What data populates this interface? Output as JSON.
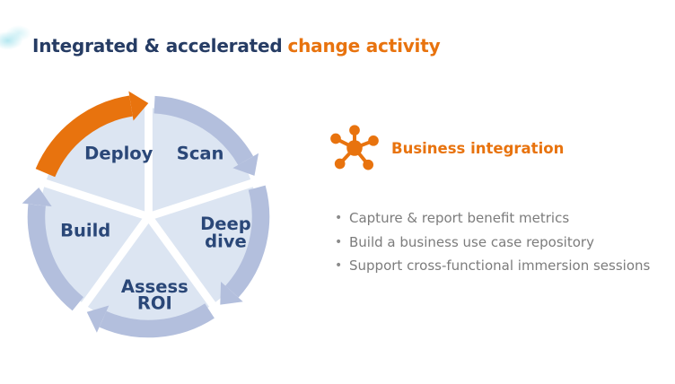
{
  "title": {
    "primary": "Integrated & accelerated",
    "accent": "change activity"
  },
  "wheel": {
    "type": "cycle-diagram",
    "flow_direction": "clockwise",
    "segments": [
      {
        "id": "deploy",
        "lines": [
          "Deploy"
        ],
        "highlighted": true
      },
      {
        "id": "scan",
        "lines": [
          "Scan"
        ],
        "highlighted": false
      },
      {
        "id": "deep-dive",
        "lines": [
          "Deep",
          "dive"
        ],
        "highlighted": false
      },
      {
        "id": "assess-roi",
        "lines": [
          "Assess",
          "ROI"
        ],
        "highlighted": false
      },
      {
        "id": "build",
        "lines": [
          "Build"
        ],
        "highlighted": false
      }
    ]
  },
  "panel": {
    "icon": "network-molecule-icon",
    "heading": "Business integration",
    "bullets": [
      "Capture & report benefit metrics",
      "Build a business use case repository",
      "Support cross-functional immersion sessions"
    ]
  },
  "colors": {
    "title_navy": "#263C64",
    "label_navy": "#2A4778",
    "accent_orange": "#E8730E",
    "ring_periwinkle": "#B3BFDD",
    "segment_fill": "#DCE5F2",
    "bullet_gray": "#7C7C7C"
  }
}
